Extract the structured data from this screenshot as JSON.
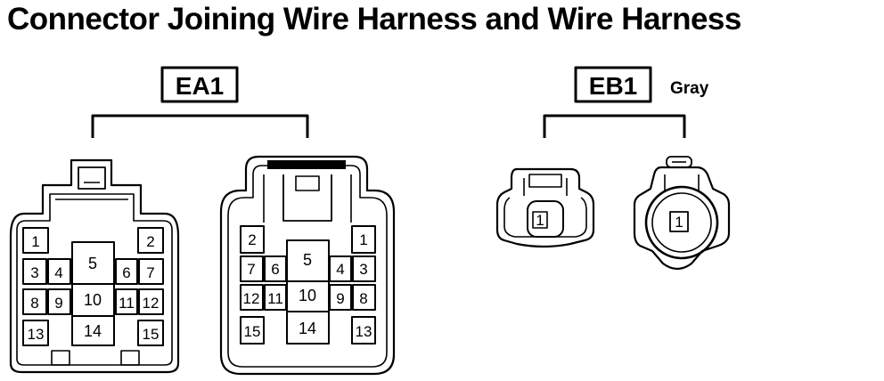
{
  "title": "Connector Joining Wire Harness and Wire Harness",
  "connectors": {
    "ea1": {
      "label": "EA1",
      "left_pins": {
        "p1": "1",
        "p2": "2",
        "p3": "3",
        "p4": "4",
        "p5": "5",
        "p6": "6",
        "p7": "7",
        "p8": "8",
        "p9": "9",
        "p10": "10",
        "p11": "11",
        "p12": "12",
        "p13": "13",
        "p14": "14",
        "p15": "15"
      },
      "right_pins": {
        "p1": "1",
        "p2": "2",
        "p3": "3",
        "p4": "4",
        "p5": "5",
        "p6": "6",
        "p7": "7",
        "p8": "8",
        "p9": "9",
        "p10": "10",
        "p11": "11",
        "p12": "12",
        "p13": "13",
        "p14": "14",
        "p15": "15"
      }
    },
    "eb1": {
      "label": "EB1",
      "color_note": "Gray",
      "left_pins": {
        "p1": "1"
      },
      "right_pins": {
        "p1": "1"
      }
    }
  }
}
